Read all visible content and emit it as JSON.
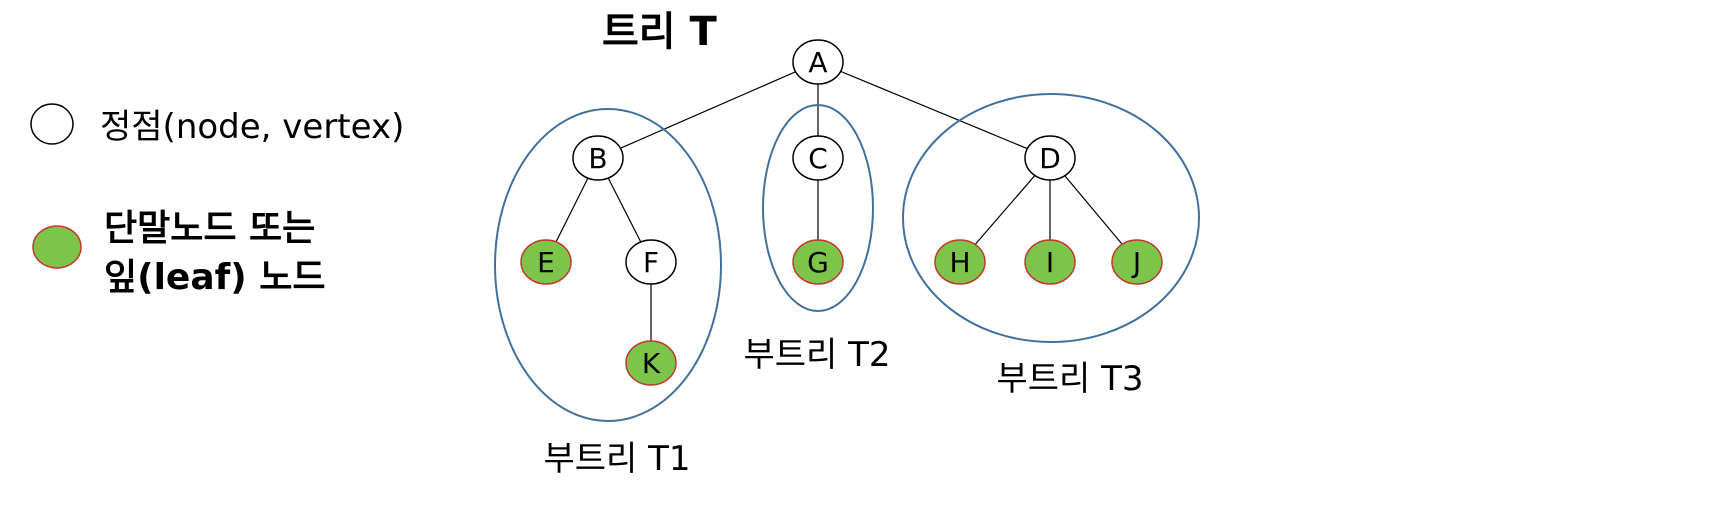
{
  "title": "트리 T",
  "legend": {
    "node_label": "정점(node, vertex)",
    "leaf_line1": "단말노드 또는",
    "leaf_line2": "잎(leaf) 노드"
  },
  "colors": {
    "leaf_fill": "#7cc44a",
    "leaf_stroke": "#c0392b",
    "node_fill": "#ffffff",
    "node_stroke": "#000000",
    "subtree_stroke": "#41719c"
  },
  "nodes": [
    {
      "id": "A",
      "label": "A",
      "leaf": false
    },
    {
      "id": "B",
      "label": "B",
      "leaf": false
    },
    {
      "id": "C",
      "label": "C",
      "leaf": false
    },
    {
      "id": "D",
      "label": "D",
      "leaf": false
    },
    {
      "id": "E",
      "label": "E",
      "leaf": true
    },
    {
      "id": "F",
      "label": "F",
      "leaf": false
    },
    {
      "id": "G",
      "label": "G",
      "leaf": true
    },
    {
      "id": "H",
      "label": "H",
      "leaf": true
    },
    {
      "id": "I",
      "label": "I",
      "leaf": true
    },
    {
      "id": "J",
      "label": "J",
      "leaf": true
    },
    {
      "id": "K",
      "label": "K",
      "leaf": true
    }
  ],
  "edges": [
    [
      "A",
      "B"
    ],
    [
      "A",
      "C"
    ],
    [
      "A",
      "D"
    ],
    [
      "B",
      "E"
    ],
    [
      "B",
      "F"
    ],
    [
      "F",
      "K"
    ],
    [
      "C",
      "G"
    ],
    [
      "D",
      "H"
    ],
    [
      "D",
      "I"
    ],
    [
      "D",
      "J"
    ]
  ],
  "subtrees": [
    {
      "id": "T1",
      "label": "부트리 T1"
    },
    {
      "id": "T2",
      "label": "부트리 T2"
    },
    {
      "id": "T3",
      "label": "부트리 T3"
    }
  ]
}
